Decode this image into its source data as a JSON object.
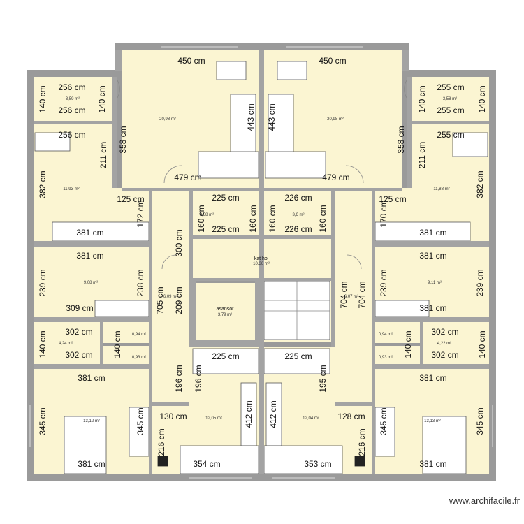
{
  "rooms": {
    "a1": "3,59 m²",
    "a2": "3,58 m²",
    "a3": "20,98 m²",
    "a4": "20,98 m²",
    "a5": "11,93 m²",
    "a6": "11,88 m²",
    "a7": "3,58 m²",
    "a8": "3,6 m²",
    "a9": "10,36 m²",
    "a10": "9,08 m²",
    "a11": "9,11 m²",
    "a12": "6,09 m²",
    "a13": "6,07 m²",
    "a14": "3,79 m²",
    "a15": "4,24 m²",
    "a16": "0,94 m²",
    "a17": "0,93 m²",
    "a18": "4,22 m²",
    "a19": "0,94 m²",
    "a20": "0,93 m²",
    "a21": "13,12 m²",
    "a22": "12,05 m²",
    "a23": "12,04 m²",
    "a24": "13,13 m²"
  },
  "labels": {
    "hall": "kat hol",
    "elevator": "asansor"
  },
  "dims": {
    "d450": "450 cm",
    "d256": "256 cm",
    "d255": "255 cm",
    "d140": "140 cm",
    "d443": "443 cm",
    "d358": "358 cm",
    "d211": "211 cm",
    "d479": "479 cm",
    "d382": "382 cm",
    "d125": "125 cm",
    "d172": "172 cm",
    "d170": "170 cm",
    "d225": "225 cm",
    "d226": "226 cm",
    "d160": "160 cm",
    "d381": "381 cm",
    "d300": "300 cm",
    "d239": "239 cm",
    "d238": "238 cm",
    "d309": "309 cm",
    "d705": "705 cm",
    "d209": "209 cm",
    "d704": "704 cm",
    "d302": "302 cm",
    "d196": "196 cm",
    "d195": "195 cm",
    "d345": "345 cm",
    "d412": "412 cm",
    "d130": "130 cm",
    "d128": "128 cm",
    "d216": "216 cm",
    "d354": "354 cm",
    "d353": "353 cm"
  },
  "watermark": "www.archifacile.fr"
}
